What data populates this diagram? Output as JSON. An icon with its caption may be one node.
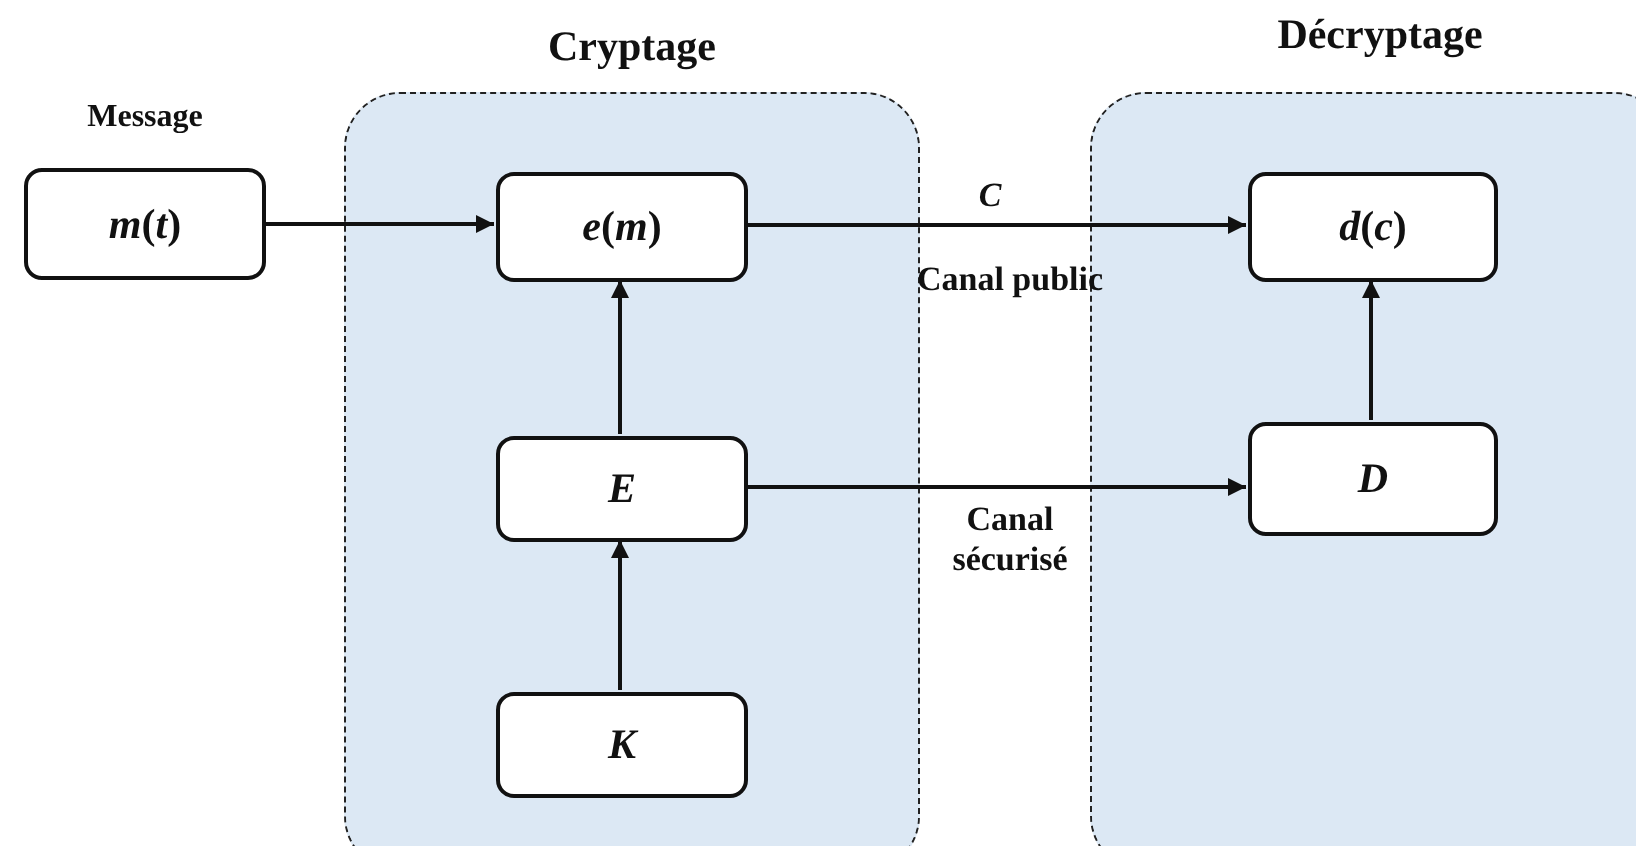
{
  "diagram": {
    "nodes": [
      {
        "text": [
          "Cryptage"
        ]
      },
      {
        "text": [
          "Décryptage"
        ]
      },
      {
        "text": [
          "Message",
          "*m*(*t*)"
        ]
      },
      {
        "text": [
          "*e*(*m*)"
        ],
        "in": 0
      },
      {
        "text": [
          "*E*"
        ],
        "in": 0
      },
      {
        "text": [
          "*K*"
        ],
        "in": 0
      },
      {
        "text": [
          "*d*(*c*)"
        ],
        "in": 1
      },
      {
        "text": [
          "*D*"
        ],
        "in": 1
      }
    ],
    "edges": [
      {
        "from": 2,
        "to": 3,
        "arrow": "to"
      },
      {
        "from": 4,
        "to": 3,
        "arrow": "to"
      },
      {
        "from": 5,
        "to": 4,
        "arrow": "to"
      },
      {
        "from": 3,
        "to": 6,
        "arrow": "to",
        "label": "*C*"
      },
      {
        "from": 4,
        "to": 7,
        "arrow": "to",
        "label": "Canal sécurisé"
      },
      {
        "from": 7,
        "to": 6,
        "arrow": "to"
      }
    ],
    "labels": [
      "Canal public"
    ]
  }
}
